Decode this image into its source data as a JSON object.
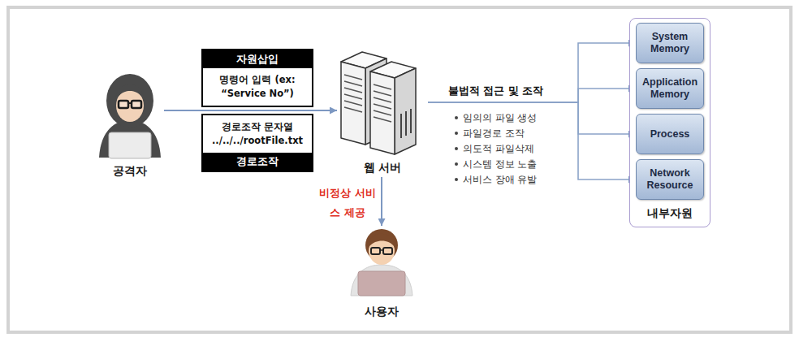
{
  "diagram": {
    "nodes": [
      {
        "text": [
          "공격자"
        ]
      },
      {
        "text": [
          "자원삽입",
          "명령어 입력 (ex: “Service No”)",
          "경로조작 문자열 ../../../rootFile.txt",
          "경로조작"
        ]
      },
      {
        "text": [
          "웹 서버"
        ]
      },
      {
        "text": [
          "내부자원"
        ]
      },
      {
        "text": [
          "System Memory"
        ],
        "in": 3
      },
      {
        "text": [
          "Application Memory"
        ],
        "in": 3
      },
      {
        "text": [
          "Process"
        ],
        "in": 3
      },
      {
        "text": [
          "Network Resource"
        ],
        "in": 3
      },
      {
        "text": [
          "사용자"
        ]
      }
    ],
    "edges": [
      {
        "from": 0,
        "to": 2,
        "arrow": "to"
      },
      {
        "from": 2,
        "to": 4,
        "arrow": "to",
        "label": "불법적 접근 및 조작"
      },
      {
        "from": 2,
        "to": 5,
        "arrow": "to"
      },
      {
        "from": 2,
        "to": 6,
        "arrow": "to"
      },
      {
        "from": 2,
        "to": 7,
        "arrow": "to"
      },
      {
        "from": 2,
        "to": 8,
        "arrow": "to",
        "label": "비정상 서비스 제공"
      }
    ],
    "labels": [
      "임의의 파일 생성",
      "파일경로 조작",
      "의도적 파일삭제",
      "시스템 정보 노출",
      "서비스 장애 유발"
    ]
  }
}
